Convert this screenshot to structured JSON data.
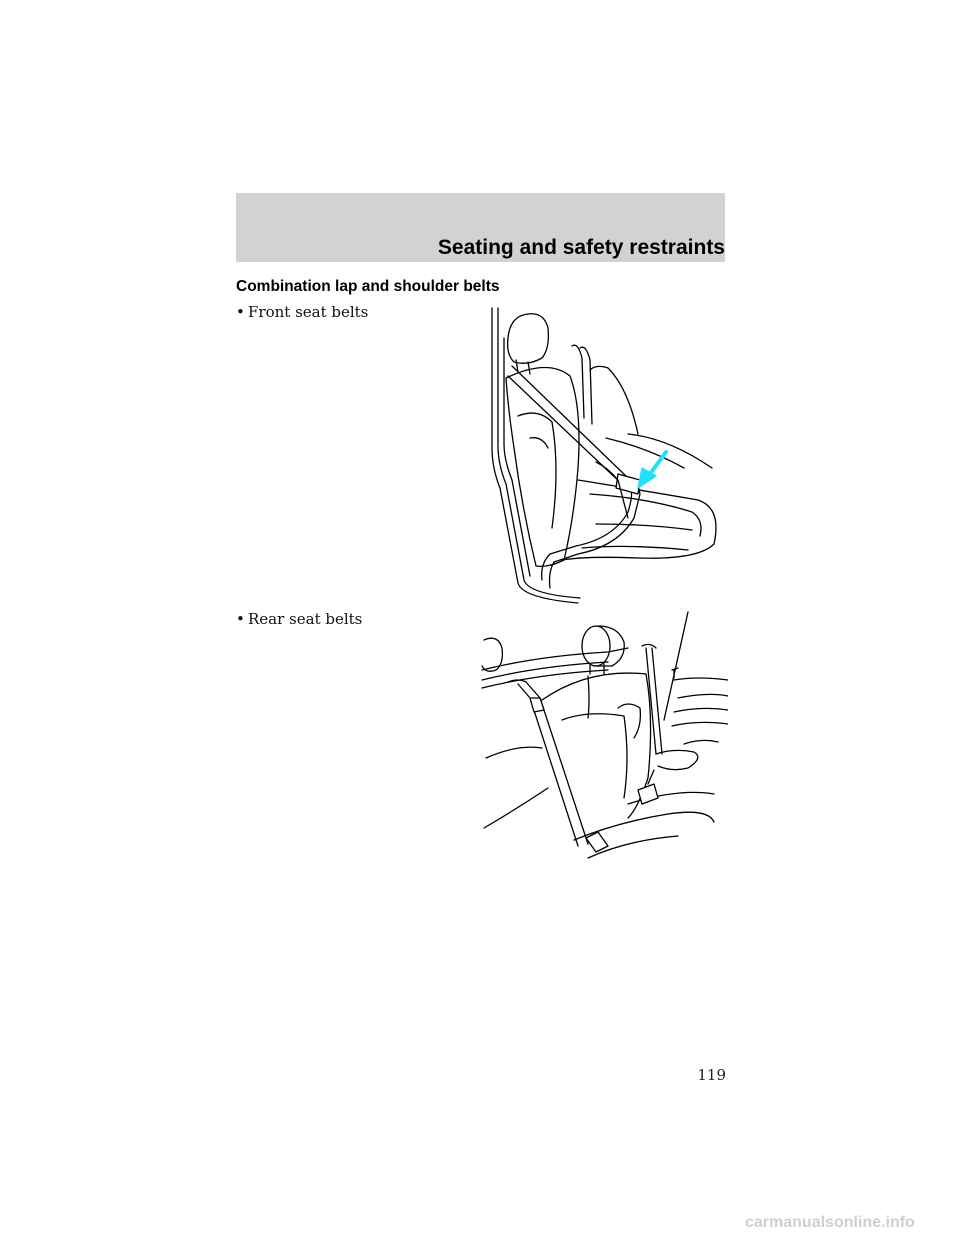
{
  "header": {
    "title": "Seating and safety restraints",
    "band_color": "#d2d2d2"
  },
  "section": {
    "heading": "Combination lap and shoulder belts"
  },
  "bullets": [
    {
      "marker": "•",
      "text": "Front seat belts"
    },
    {
      "marker": "•",
      "text": "Rear seat belts"
    }
  ],
  "illustrations": {
    "front": {
      "icon": "front-seat-belt-illustration",
      "arrow_color": "#1fe0ff"
    },
    "rear": {
      "icon": "rear-seat-belt-illustration"
    }
  },
  "page_number": "119",
  "watermark": "carmanualsonline.info"
}
